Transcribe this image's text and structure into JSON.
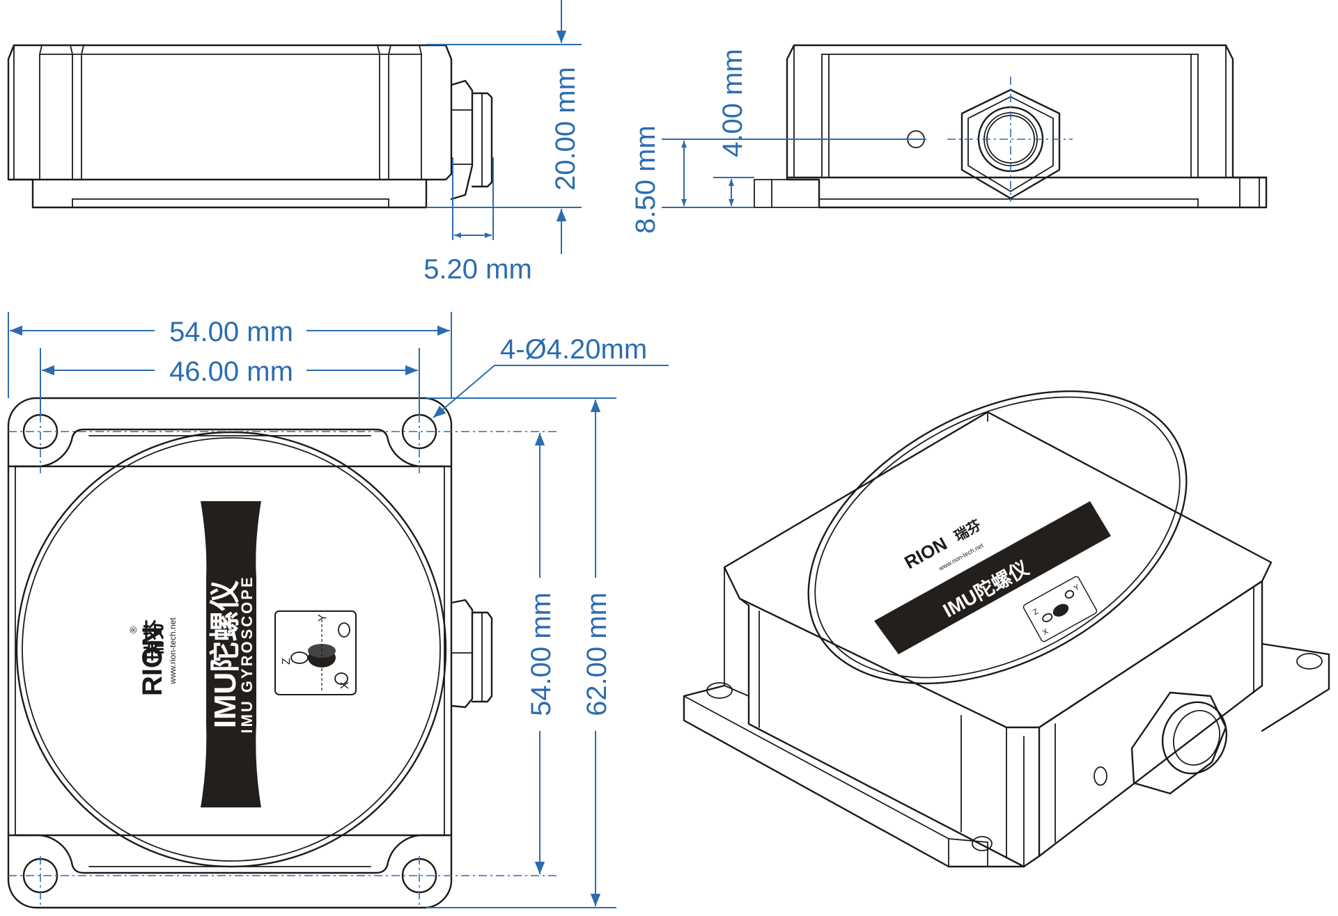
{
  "dimensions": {
    "height_side": "20.00 mm",
    "gland_length": "5.20 mm",
    "flange_height": "8.50 mm",
    "hole_height": "4.00 mm",
    "total_width": "54.00 mm",
    "hole_spacing_x": "46.00 mm",
    "holes": "4-Ø4.20mm",
    "hole_spacing_y": "54.00 mm",
    "total_length": "62.00 mm"
  },
  "product_label": {
    "brand_logo": "RION",
    "brand_cn": "瑞芬",
    "registered_mark": "®",
    "website": "www.rion-tech.net",
    "title_cn": "IMU陀螺仪",
    "title_en": "IMU GYROSCOPE",
    "axis_z": "Z",
    "axis_y": "Y",
    "axis_x": "X"
  },
  "colors": {
    "dimension": "#2b6cb0",
    "outline": "#1a1a1a",
    "label_band": "#231f1d"
  }
}
